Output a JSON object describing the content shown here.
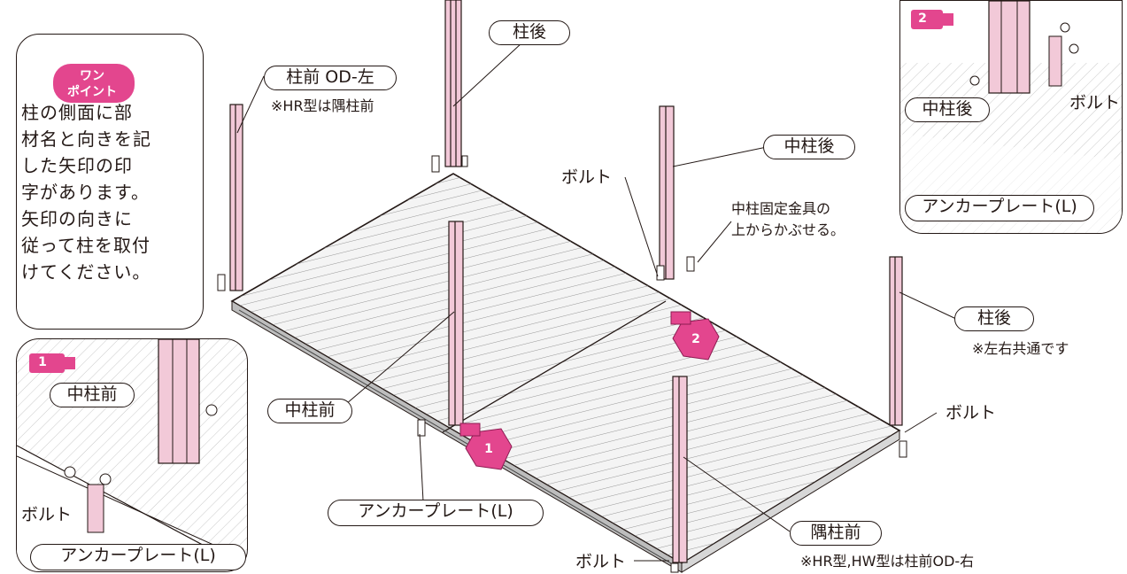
{
  "tip": {
    "badge_line1": "ワン",
    "badge_line2": "ポイント",
    "body_lines": [
      "柱の側面に部",
      "材名と向きを記",
      "した矢印の印",
      "字があります。",
      "矢印の向きに",
      "従って柱を取付",
      "けてください。"
    ]
  },
  "labels": {
    "post_rear_top": "柱後",
    "post_front_od_left": "柱前 OD-左",
    "note_hr_corner": "※HR型は隅柱前",
    "middle_post_rear": "中柱後",
    "bolt_center": "ボルト",
    "bracket_note_line1": "中柱固定金具の",
    "bracket_note_line2": "上からかぶせる。",
    "post_rear_right": "柱後",
    "note_common": "※左右共通です",
    "bolt_right": "ボルト",
    "middle_post_front": "中柱前",
    "anchor_plate_main": "アンカープレート(L)",
    "corner_post_front": "隅柱前",
    "note_hr_hw": "※HR型,HW型は柱前OD-右",
    "bolt_bottom": "ボルト"
  },
  "inset1": {
    "step": "1",
    "middle_post_front": "中柱前",
    "bolt": "ボルト",
    "anchor_plate": "アンカープレート(L)"
  },
  "inset2": {
    "step": "2",
    "middle_post_rear": "中柱後",
    "bolt": "ボルト",
    "anchor_plate": "アンカープレート(L)"
  },
  "markers": [
    "1",
    "2"
  ],
  "colors": {
    "accent_pink": "#e3468e",
    "post_fill": "#f2c9d8",
    "line": "#231815"
  }
}
